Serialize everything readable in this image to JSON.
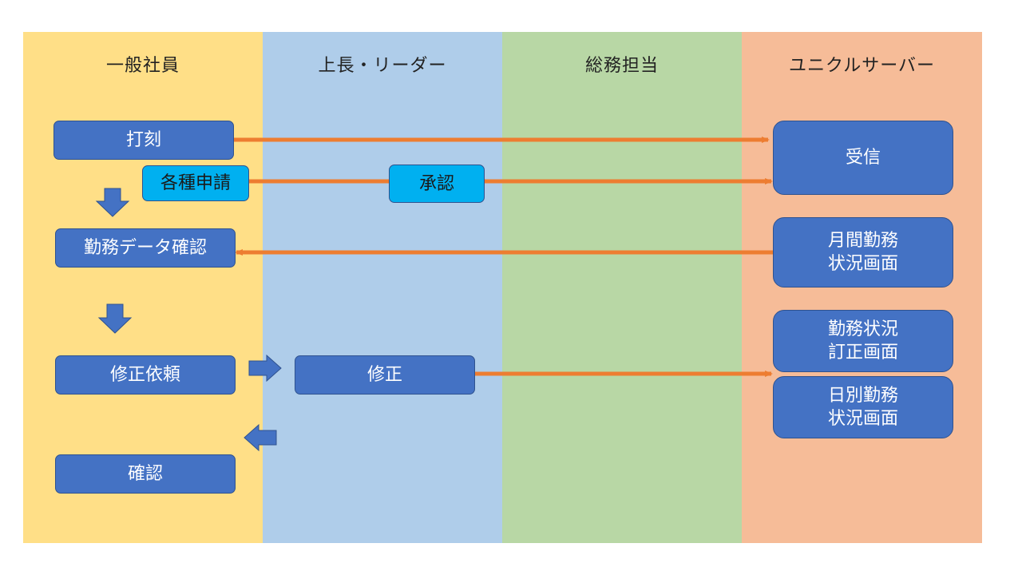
{
  "lanes": [
    "一般社員",
    "上長・リーダー",
    "総務担当",
    "ユニクルサーバー"
  ],
  "colors": {
    "lane1": "#FFDF87",
    "lane2": "#AFCDEA",
    "lane3": "#B8D7A5",
    "lane4": "#F6BC98",
    "box_fill": "#4472C4",
    "box_border": "#2F528F",
    "request_fill": "#00B0F0",
    "arrow_orange": "#ED7D31"
  },
  "boxes": {
    "dakoku": "打刻",
    "kakushu_shinsei": "各種申請",
    "shounin": "承認",
    "kinmu_data_kakunin": "勤務データ確認",
    "shusei_irai": "修正依頼",
    "shusei": "修正",
    "kakunin": "確認",
    "jushin": "受信",
    "getsukan": "月間勤務\n状況画面",
    "teisei": "勤務状況\n訂正画面",
    "hibetsu": "日別勤務\n状況画面"
  }
}
